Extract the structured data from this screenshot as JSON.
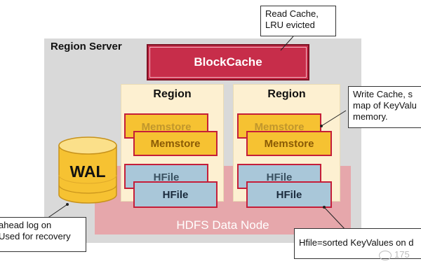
{
  "region_server": {
    "label": "Region Server"
  },
  "blockcache": {
    "label": "BlockCache"
  },
  "hdfs": {
    "label": "HDFS Data Node"
  },
  "wal": {
    "label": "WAL"
  },
  "regions": [
    {
      "title": "Region",
      "memstore_back": "Memstore",
      "memstore_front": "Memstore",
      "hfile_back": "HFile",
      "hfile_front": "HFile"
    },
    {
      "title": "Region",
      "memstore_back": "Memstore",
      "memstore_front": "Memstore",
      "hfile_back": "HFile",
      "hfile_front": "HFile"
    }
  ],
  "callouts": {
    "read_cache": {
      "line1": "Read Cache,",
      "line2": "LRU evicted"
    },
    "write_cache": {
      "line1": "Write Cache, s",
      "line2": "map of KeyValu",
      "line3": "memory."
    },
    "wal": {
      "line1": "ahead log on",
      "line2": "Used for recovery"
    },
    "hfile": {
      "line1": "Hfile=sorted KeyValues on d"
    }
  },
  "watermark": {
    "text": "175"
  },
  "colors": {
    "region_server_bg": "#d9d9d9",
    "blockcache": "#c72d4a",
    "memstore": "#f6c232",
    "hfile": "#a9c7d9",
    "hdfs_band": "#e6a7ab",
    "wal_gold": "#f6c232"
  }
}
